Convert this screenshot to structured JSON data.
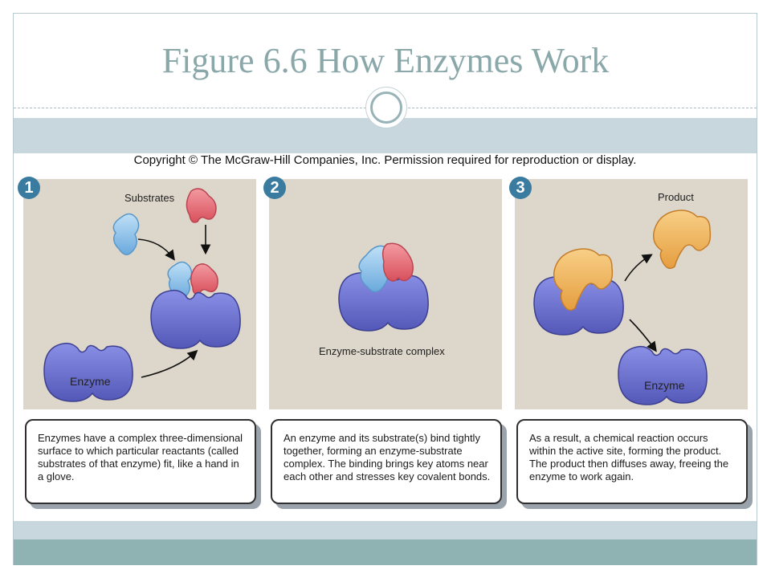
{
  "slide": {
    "title": "Figure 6.6 How Enzymes Work"
  },
  "figure": {
    "copyright": "Copyright © The McGraw-Hill Companies, Inc. Permission required for reproduction or display.",
    "panels": [
      {
        "step": "1",
        "labels": {
          "substrates": "Substrates",
          "enzyme": "Enzyme"
        },
        "description": "Enzymes have a complex three-dimensional surface to which particular reactants (called substrates of that enzyme) fit, like a hand in a glove."
      },
      {
        "step": "2",
        "labels": {
          "complex": "Enzyme-substrate complex"
        },
        "description": "An enzyme and its substrate(s) bind tightly together, forming an enzyme-substrate complex. The binding brings key atoms near each other and stresses key covalent bonds."
      },
      {
        "step": "3",
        "labels": {
          "product": "Product",
          "enzyme": "Enzyme"
        },
        "description": "As a result, a chemical reaction occurs within the active site, forming the product.  The product then diffuses away, freeing the enzyme to work again."
      }
    ]
  },
  "colors": {
    "title": "#8aa7a9",
    "step_badge": "#3a7ba0",
    "enzyme": "#6a6fcf",
    "substrate_blue": "#8ec3ea",
    "substrate_red": "#e8727c",
    "product": "#f2b45e"
  }
}
